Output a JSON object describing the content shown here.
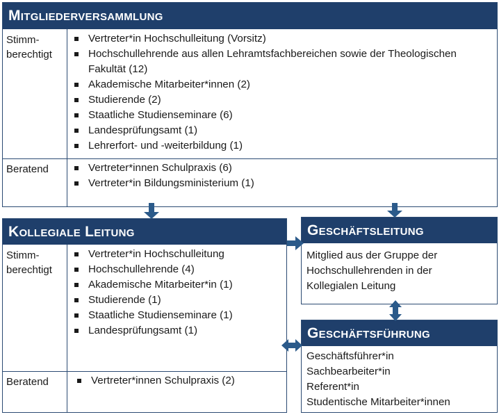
{
  "mitgliederversammlung": {
    "title": "Mitgliederversammlung",
    "stimm_label": "Stimm-\nberechtigt",
    "stimm_items": [
      "Vertreter*in Hochschulleitung (Vorsitz)",
      "Hochschullehrende aus allen Lehramtsfachbereichen sowie der Theologischen Fakultät (12)",
      "Akademische Mitarbeiter*innen (2)",
      "Studierende (2)",
      "Staatliche Studienseminare (6)",
      "Landesprüfungsamt (1)",
      "Lehrerfort- und -weiterbildung (1)"
    ],
    "beratend_label": "Beratend",
    "beratend_items": [
      "Vertreter*innen Schulpraxis (6)",
      "Vertreter*in Bildungsministerium (1)"
    ]
  },
  "kollegiale_leitung": {
    "title": "Kollegiale Leitung",
    "stimm_label": "Stimm-\nberechtigt",
    "stimm_items": [
      "Vertreter*in Hochschulleitung",
      "Hochschullehrende (4)",
      "Akademische Mitarbeiter*in (1)",
      "Studierende (1)",
      "Staatliche Studienseminare (1)",
      "Landesprüfungsamt (1)"
    ],
    "beratend_label": "Beratend",
    "beratend_items": [
      "Vertreter*innen Schulpraxis (2)"
    ]
  },
  "geschaeftsleitung": {
    "title": "Geschäftsleitung",
    "lines": [
      "Mitglied aus der Gruppe der",
      "Hochschullehrenden in der",
      "Kollegialen Leitung"
    ]
  },
  "geschaeftsfuehrung": {
    "title": "Geschäftsführung",
    "lines": [
      "Geschäftsführer*in",
      "Sachbearbeiter*in",
      "Referent*in",
      "Studentische Mitarbeiter*innen"
    ]
  },
  "colors": {
    "header": "#1f3f6b",
    "arrow": "#2b5a8a",
    "border": "#2b4a72"
  }
}
